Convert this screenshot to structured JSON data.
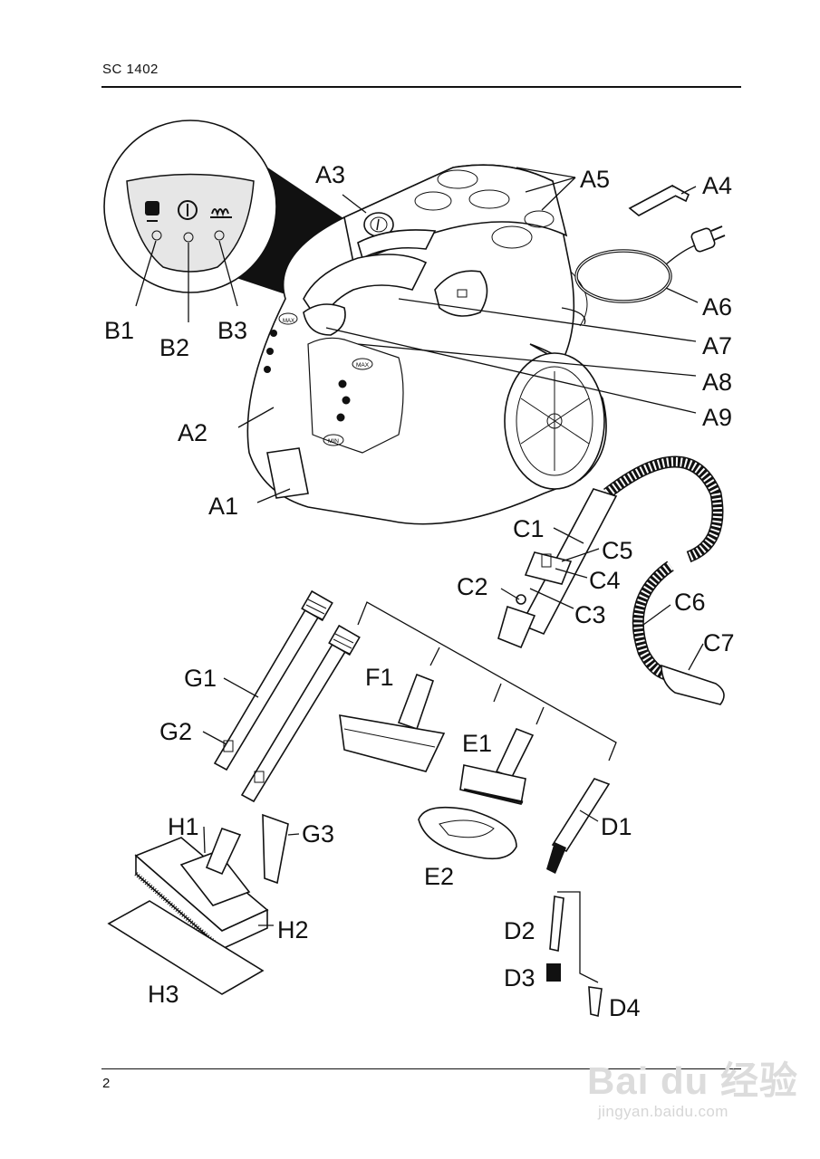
{
  "header": {
    "model": "SC 1402"
  },
  "footer": {
    "page_number": "2"
  },
  "watermark": {
    "logo": "Bai du 经验",
    "url": "jingyan.baidu.com"
  },
  "labels": {
    "A1": "A1",
    "A2": "A2",
    "A3": "A3",
    "A4": "A4",
    "A5": "A5",
    "A6": "A6",
    "A7": "A7",
    "A8": "A8",
    "A9": "A9",
    "B1": "B1",
    "B2": "B2",
    "B3": "B3",
    "C1": "C1",
    "C2": "C2",
    "C3": "C3",
    "C4": "C4",
    "C5": "C5",
    "C6": "C6",
    "C7": "C7",
    "D1": "D1",
    "D2": "D2",
    "D3": "D3",
    "D4": "D4",
    "E1": "E1",
    "E2": "E2",
    "F1": "F1",
    "G1": "G1",
    "G2": "G2",
    "G3": "G3",
    "H1": "H1",
    "H2": "H2",
    "H3": "H3"
  },
  "markings": {
    "max": "MAX",
    "min": "MIN"
  }
}
